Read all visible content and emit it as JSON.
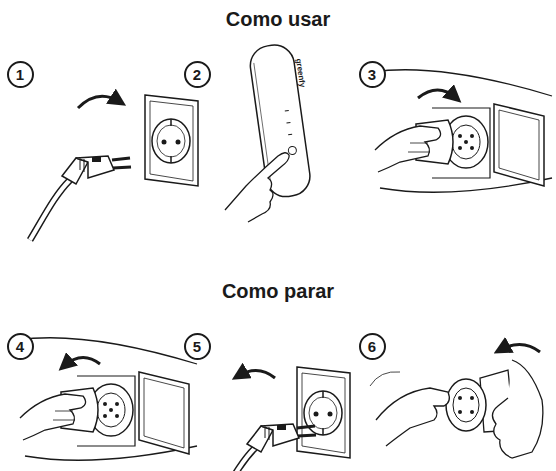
{
  "diagram": {
    "title": "Como usar",
    "nodes": [
      {
        "text": [
          "1"
        ]
      },
      {
        "text": [
          "2"
        ]
      },
      {
        "text": [
          "3"
        ]
      },
      {
        "text": [
          "4"
        ]
      },
      {
        "text": [
          "5"
        ]
      },
      {
        "text": [
          "6"
        ]
      }
    ],
    "labels": [
      "Como parar",
      "greenfy"
    ]
  }
}
